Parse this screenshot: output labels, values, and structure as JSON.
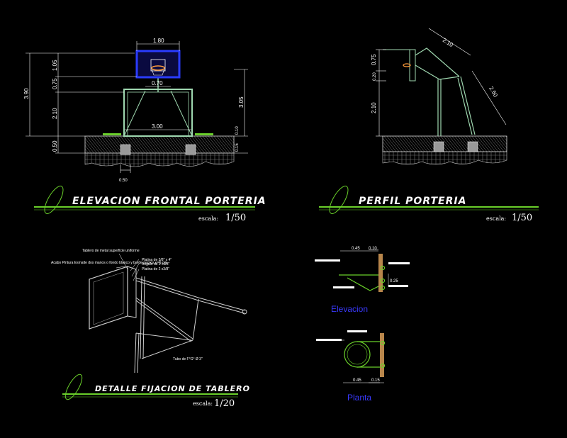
{
  "front": {
    "dim_board_width": "1.80",
    "dim_total_height": "3.90",
    "dim_board_height": "1.05",
    "dim_left_075": "0.75",
    "dim_frame_height": "2.10",
    "dim_070": "0.70",
    "dim_right_305": "3.05",
    "dim_300": "3.00",
    "dim_010": "0.10",
    "dim_050_left": "0.50",
    "dim_015": "0.15",
    "dim_050_bottom": "0.50",
    "title": "ELEVACION FRONTAL PORTERIA",
    "scale_label": "escala:",
    "scale_value": "1/50"
  },
  "side": {
    "dim_210_top": "2.10",
    "dim_075": "0.75",
    "dim_020": "0.20",
    "dim_210_left": "2.10",
    "dim_250": "2.50",
    "title": "PERFIL PORTERIA",
    "scale_label": "escala:",
    "scale_value": "1/50"
  },
  "detail": {
    "note_board": "Tablero de metal superficie uniforme",
    "note_finish": "Acabo Pintura Esmalte dos manos o fondo blanco y borde negros e=5 cm.",
    "note_plate": "Platina de 3/8\" x 4\"",
    "note_angle": "Angulo de 2 x3/8\"",
    "note_plate2": "Platina de 2 x3/8\"",
    "note_tube": "Tubo de F°G° Ø 3\"",
    "title": "DETALLE FIJACION DE TABLERO",
    "scale_label": "escala:",
    "scale_value": "1/20"
  },
  "elev": {
    "dim_045": "0.45",
    "dim_010": "0.10",
    "dim_025": "0.25",
    "label": "Elevacion"
  },
  "plan": {
    "dim_045": "0.45",
    "dim_015": "0.15",
    "label": "Planta"
  },
  "colors": {
    "background": "#000000",
    "frame_line": "#9fd8b0",
    "board": "#2a3cff",
    "hoop": "#ff9b3a",
    "green_accent": "#6ad02a",
    "dim_line": "#ffffff",
    "wall": "#b8864b"
  }
}
